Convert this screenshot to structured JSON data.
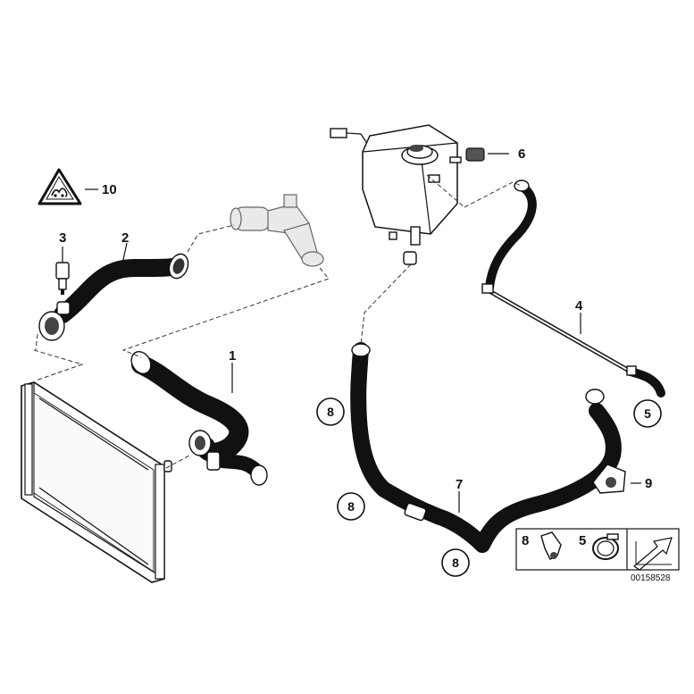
{
  "drawing_number": "00158528",
  "callouts": {
    "c1": "1",
    "c2": "2",
    "c3": "3",
    "c4": "4",
    "c5": "5",
    "c6": "6",
    "c7": "7",
    "c8a": "8",
    "c8b": "8",
    "c8c": "8",
    "c9": "9",
    "c10": "10"
  },
  "legend": {
    "item_8": "8",
    "item_5": "5"
  },
  "icons": [
    "coolant-warning-icon",
    "arrow-icon"
  ]
}
